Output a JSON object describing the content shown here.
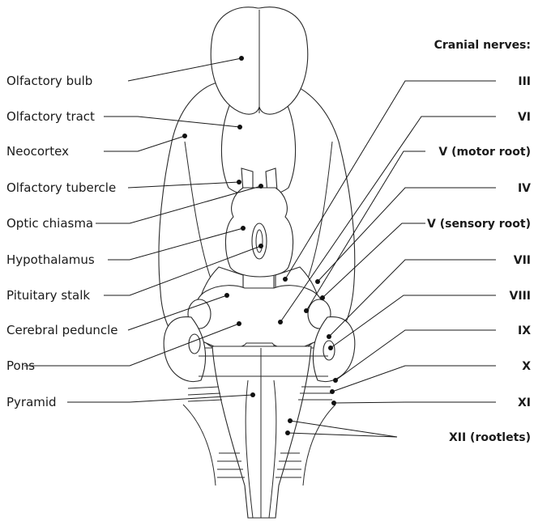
{
  "header": "Cranial nerves:",
  "left_labels": [
    "Olfactory bulb",
    "Olfactory tract",
    "Neocortex",
    "Olfactory tubercle",
    "Optic chiasma",
    "Hypothalamus",
    "Pituitary stalk",
    "Cerebral peduncle",
    "Pons",
    "Pyramid"
  ],
  "right_labels": [
    "III",
    "VI",
    "V (motor root)",
    "IV",
    "V (sensory root)",
    "VII",
    "VIII",
    "IX",
    "X",
    "XI",
    "XII (rootlets)"
  ]
}
